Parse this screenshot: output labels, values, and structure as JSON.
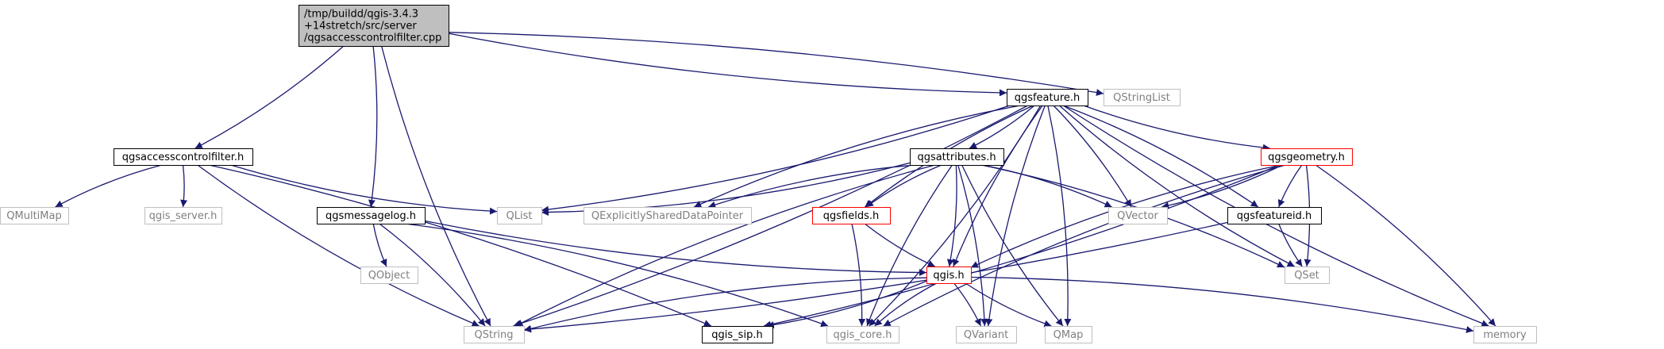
{
  "colors": {
    "edge": "#191970",
    "root_fill": "#bfbfbf",
    "border_default": "#000000",
    "border_missing": "#bfbfbf",
    "border_truncated": "#ff0000",
    "text_default": "#000000",
    "text_missing": "#7f7f7f",
    "background": "#ffffff"
  },
  "nodes": [
    {
      "id": "root",
      "lines": [
        "/tmp/buildd/qgis-3.4.3",
        "+14stretch/src/server",
        "/qgsaccesscontrolfilter.cpp"
      ],
      "style": "root"
    },
    {
      "id": "qgsfeature",
      "lines": [
        "qgsfeature.h"
      ],
      "style": "normal"
    },
    {
      "id": "qstringlist",
      "lines": [
        "QStringList"
      ],
      "style": "missing"
    },
    {
      "id": "qgsaccesscontrolfilter",
      "lines": [
        "qgsaccesscontrolfilter.h"
      ],
      "style": "normal"
    },
    {
      "id": "qgsattributes",
      "lines": [
        "qgsattributes.h"
      ],
      "style": "normal"
    },
    {
      "id": "qgsgeometry",
      "lines": [
        "qgsgeometry.h"
      ],
      "style": "truncated"
    },
    {
      "id": "qmultimap",
      "lines": [
        "QMultiMap"
      ],
      "style": "missing"
    },
    {
      "id": "qgis_server",
      "lines": [
        "qgis_server.h"
      ],
      "style": "missing"
    },
    {
      "id": "qlist",
      "lines": [
        "QList"
      ],
      "style": "missing"
    },
    {
      "id": "qexplicit",
      "lines": [
        "QExplicitlySharedDataPointer"
      ],
      "style": "missing"
    },
    {
      "id": "qvector",
      "lines": [
        "QVector"
      ],
      "style": "missing"
    },
    {
      "id": "qgsmessagelog",
      "lines": [
        "qgsmessagelog.h"
      ],
      "style": "normal"
    },
    {
      "id": "qgsfields",
      "lines": [
        "qgsfields.h"
      ],
      "style": "truncated"
    },
    {
      "id": "qgsfeatureid",
      "lines": [
        "qgsfeatureid.h"
      ],
      "style": "normal"
    },
    {
      "id": "qobject",
      "lines": [
        "QObject"
      ],
      "style": "missing"
    },
    {
      "id": "qgis",
      "lines": [
        "qgis.h"
      ],
      "style": "truncated"
    },
    {
      "id": "qset",
      "lines": [
        "QSet"
      ],
      "style": "missing"
    },
    {
      "id": "qstring",
      "lines": [
        "QString"
      ],
      "style": "missing"
    },
    {
      "id": "qgis_sip",
      "lines": [
        "qgis_sip.h"
      ],
      "style": "normal"
    },
    {
      "id": "qgis_core",
      "lines": [
        "qgis_core.h"
      ],
      "style": "missing"
    },
    {
      "id": "qvariant",
      "lines": [
        "QVariant"
      ],
      "style": "missing"
    },
    {
      "id": "qmap",
      "lines": [
        "QMap"
      ],
      "style": "missing"
    },
    {
      "id": "memory",
      "lines": [
        "memory"
      ],
      "style": "missing"
    }
  ],
  "edges": [
    {
      "from": "root",
      "to": "qgsaccesscontrolfilter"
    },
    {
      "from": "root",
      "to": "qgsfeature"
    },
    {
      "from": "root",
      "to": "qstringlist"
    },
    {
      "from": "root",
      "to": "qstring"
    },
    {
      "from": "root",
      "to": "qgsmessagelog"
    },
    {
      "from": "qgsaccesscontrolfilter",
      "to": "qmultimap"
    },
    {
      "from": "qgsaccesscontrolfilter",
      "to": "qgis_server"
    },
    {
      "from": "qgsaccesscontrolfilter",
      "to": "qlist"
    },
    {
      "from": "qgsaccesscontrolfilter",
      "to": "qgis_sip"
    },
    {
      "from": "qgsaccesscontrolfilter",
      "to": "qstring"
    },
    {
      "from": "qgsfeature",
      "to": "qgsattributes"
    },
    {
      "from": "qgsfeature",
      "to": "qgsgeometry"
    },
    {
      "from": "qgsfeature",
      "to": "qlist"
    },
    {
      "from": "qgsfeature",
      "to": "qexplicit"
    },
    {
      "from": "qgsfeature",
      "to": "qvector"
    },
    {
      "from": "qgsfeature",
      "to": "qgsfields"
    },
    {
      "from": "qgsfeature",
      "to": "qgsfeatureid"
    },
    {
      "from": "qgsfeature",
      "to": "qset"
    },
    {
      "from": "qgsfeature",
      "to": "qstring"
    },
    {
      "from": "qgsfeature",
      "to": "qgis"
    },
    {
      "from": "qgsfeature",
      "to": "qgis_core"
    },
    {
      "from": "qgsfeature",
      "to": "qvariant"
    },
    {
      "from": "qgsfeature",
      "to": "qmap"
    },
    {
      "from": "qgsfeature",
      "to": "memory"
    },
    {
      "from": "qgsattributes",
      "to": "qlist"
    },
    {
      "from": "qgsattributes",
      "to": "qexplicit"
    },
    {
      "from": "qgsattributes",
      "to": "qvector"
    },
    {
      "from": "qgsattributes",
      "to": "qgsfields"
    },
    {
      "from": "qgsattributes",
      "to": "qset"
    },
    {
      "from": "qgsattributes",
      "to": "qstring"
    },
    {
      "from": "qgsattributes",
      "to": "qgis"
    },
    {
      "from": "qgsattributes",
      "to": "qgis_core"
    },
    {
      "from": "qgsattributes",
      "to": "qvariant"
    },
    {
      "from": "qgsattributes",
      "to": "qmap"
    },
    {
      "from": "qgsgeometry",
      "to": "qvector"
    },
    {
      "from": "qgsgeometry",
      "to": "qgsfeatureid"
    },
    {
      "from": "qgsgeometry",
      "to": "qset"
    },
    {
      "from": "qgsgeometry",
      "to": "qgis"
    },
    {
      "from": "qgsgeometry",
      "to": "qgis_sip"
    },
    {
      "from": "qgsgeometry",
      "to": "qgis_core"
    },
    {
      "from": "qgsgeometry",
      "to": "memory"
    },
    {
      "from": "qgsmessagelog",
      "to": "qobject"
    },
    {
      "from": "qgsmessagelog",
      "to": "qstring"
    },
    {
      "from": "qgsmessagelog",
      "to": "qgis"
    },
    {
      "from": "qgsmessagelog",
      "to": "qgis_core"
    },
    {
      "from": "qgsfields",
      "to": "qgis"
    },
    {
      "from": "qgsfields",
      "to": "qgis_core"
    },
    {
      "from": "qgsfeatureid",
      "to": "qset"
    },
    {
      "from": "qgsfeatureid",
      "to": "qstring"
    },
    {
      "from": "qgis",
      "to": "qstring"
    },
    {
      "from": "qgis",
      "to": "qgis_sip"
    },
    {
      "from": "qgis",
      "to": "qgis_core"
    },
    {
      "from": "qgis",
      "to": "qvariant"
    },
    {
      "from": "qgis",
      "to": "qmap"
    },
    {
      "from": "qgis",
      "to": "memory"
    }
  ]
}
